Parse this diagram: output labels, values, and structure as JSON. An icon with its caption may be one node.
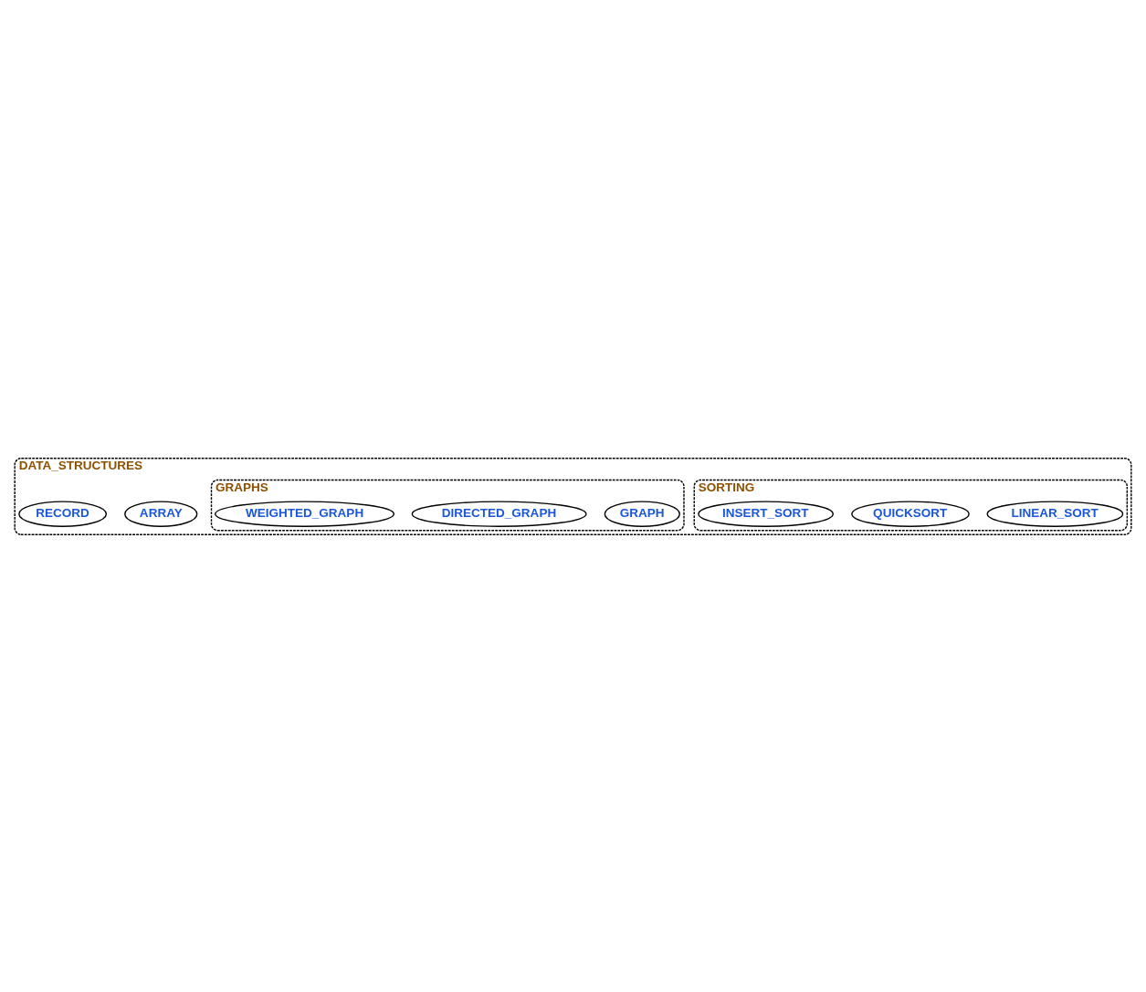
{
  "diagram": {
    "nodes": [
      {
        "text": [
          "DATA_STRUCTURES"
        ]
      },
      {
        "text": [
          "SORTING"
        ],
        "in": 0
      },
      {
        "text": [
          "LINEAR_SORT"
        ],
        "in": 1
      },
      {
        "text": [
          "QUICKSORT"
        ],
        "in": 1
      },
      {
        "text": [
          "INSERT_SORT"
        ],
        "in": 1
      },
      {
        "text": [
          "GRAPHS"
        ],
        "in": 0
      },
      {
        "text": [
          "GRAPH"
        ],
        "in": 5
      },
      {
        "text": [
          "DIRECTED_GRAPH"
        ],
        "in": 5
      },
      {
        "text": [
          "WEIGHTED_GRAPH"
        ],
        "in": 5
      },
      {
        "text": [
          "ARRAY"
        ],
        "in": 0
      },
      {
        "text": [
          "RECORD"
        ],
        "in": 0
      }
    ]
  }
}
